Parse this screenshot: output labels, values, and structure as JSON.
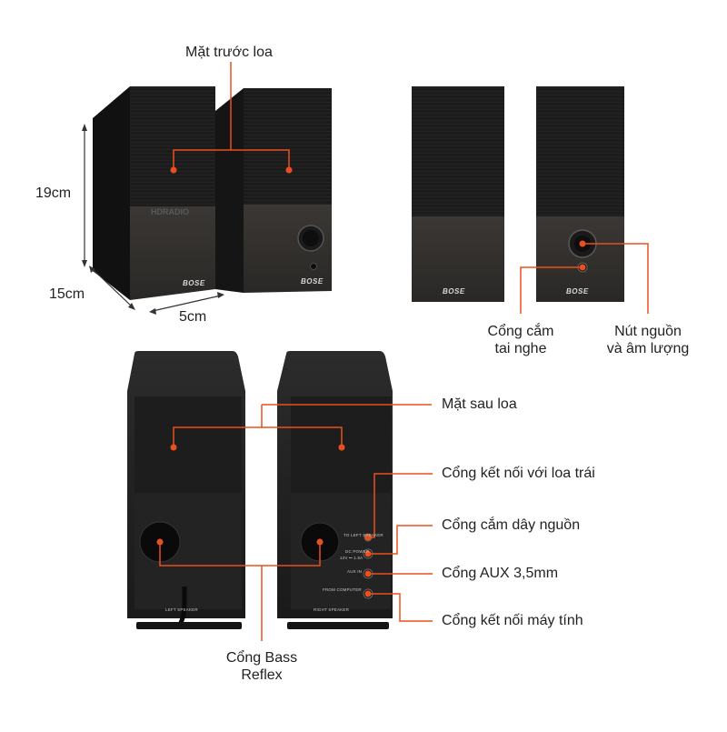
{
  "accent_color": "#e8501e",
  "speaker_colors": {
    "grille": "#1b1b1b",
    "base": "#2e2c2a",
    "side": "#141414"
  },
  "labels": {
    "front": "Mặt trước loa",
    "headphone_line1": "Cổng cắm",
    "headphone_line2": "tai nghe",
    "power_volume_line1": "Nút nguồn",
    "power_volume_line2": "và âm lượng",
    "back": "Mặt sau loa",
    "left_speaker_port": "Cổng kết nối với loa trái",
    "power_port": "Cổng cắm dây nguồn",
    "aux_port": "Cổng AUX 3,5mm",
    "computer_port": "Cổng kết nối máy tính",
    "bass_line1": "Cổng Bass",
    "bass_line2": "Reflex"
  },
  "dimensions": {
    "height": "19cm",
    "depth": "15cm",
    "width": "5cm"
  },
  "brand": "BOSE",
  "watermark": "HDRADIO",
  "panel_text": {
    "to_left_speaker": "TO LEFT SPEAKER",
    "dc_power": "DC POWER",
    "dc_rating": "12V ⎓ 1.5A",
    "aux_in": "AUX IN",
    "from_computer": "FROM COMPUTER",
    "right_speaker": "RIGHT SPEAKER",
    "left_speaker": "LEFT SPEAKER"
  }
}
